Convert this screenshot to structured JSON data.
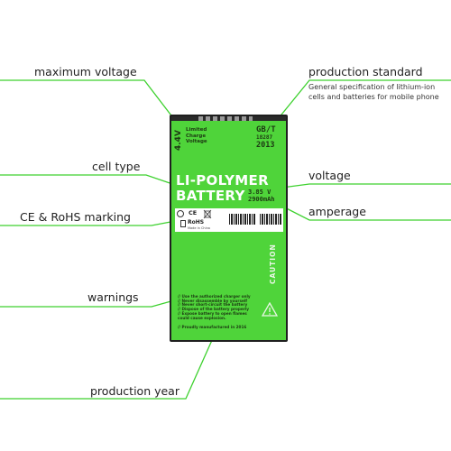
{
  "labels": {
    "max_voltage": "maximum voltage",
    "production_standard": "production standard",
    "standard_desc_line1": "General specification of lithium-ion",
    "standard_desc_line2": "cells and batteries for mobile phone",
    "cell_type": "cell type",
    "voltage": "voltage",
    "ce_rohs": "CE & RoHS marking",
    "amperage": "amperage",
    "warnings": "warnings",
    "production_year": "production year"
  },
  "battery": {
    "max_voltage_value": "4.4V",
    "limited_line1": "Limited",
    "limited_line2": "Charge",
    "limited_line3": "Voltage",
    "standard_code": "GB/T",
    "standard_number": "18287",
    "standard_year": "2013",
    "type_line1": "LI-POLYMER",
    "type_line2": "BATTERY",
    "voltage_value": "3.85 V",
    "capacity_value": "2900mAh",
    "ce_mark": "CE",
    "rohs_mark": "RoHS",
    "made_in": "Made in China",
    "caution": "CAUTION",
    "warning_lines": [
      "//  Use the authorized charger only",
      "//  Never disassemble by yourself",
      "//  Never short-circuit the battery",
      "//  Dispose of the battery properly",
      "//  Expose battery to open flames",
      "     could cause explosion."
    ],
    "manufactured": "//  Proudly manufactured in 2016"
  },
  "colors": {
    "battery_green": "#4fd43a",
    "pointer_green": "#3dd12e",
    "text": "#222222"
  }
}
